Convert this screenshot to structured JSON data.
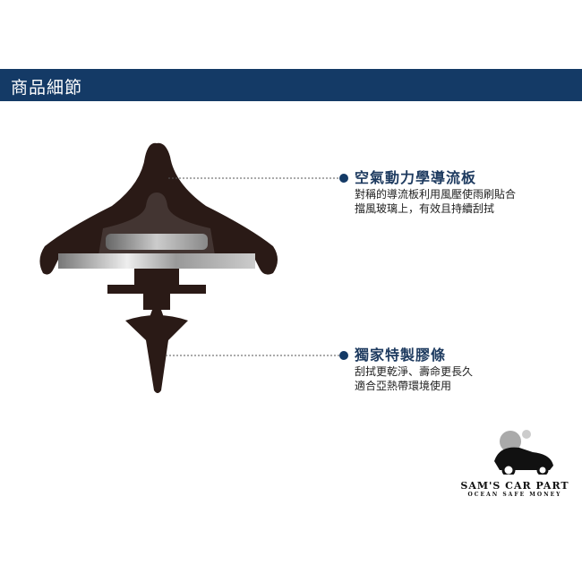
{
  "header": {
    "title": "商品細節"
  },
  "callouts": [
    {
      "title": "空氣動力學導流板",
      "lines": [
        "對稱的導流板利用風壓使雨刷貼合",
        "擋風玻璃上，有效且持續刮拭"
      ]
    },
    {
      "title": "獨家特製膠條",
      "lines": [
        "刮拭更乾淨、壽命更長久",
        "適合亞熱帶環境使用"
      ]
    }
  ],
  "logo": {
    "name": "SAM'S CAR PART",
    "tagline": "OCEAN SAFE MONEY"
  },
  "colors": {
    "header": "#143a66",
    "accent": "#1d3a5f",
    "rubber": "#2a1a16"
  }
}
